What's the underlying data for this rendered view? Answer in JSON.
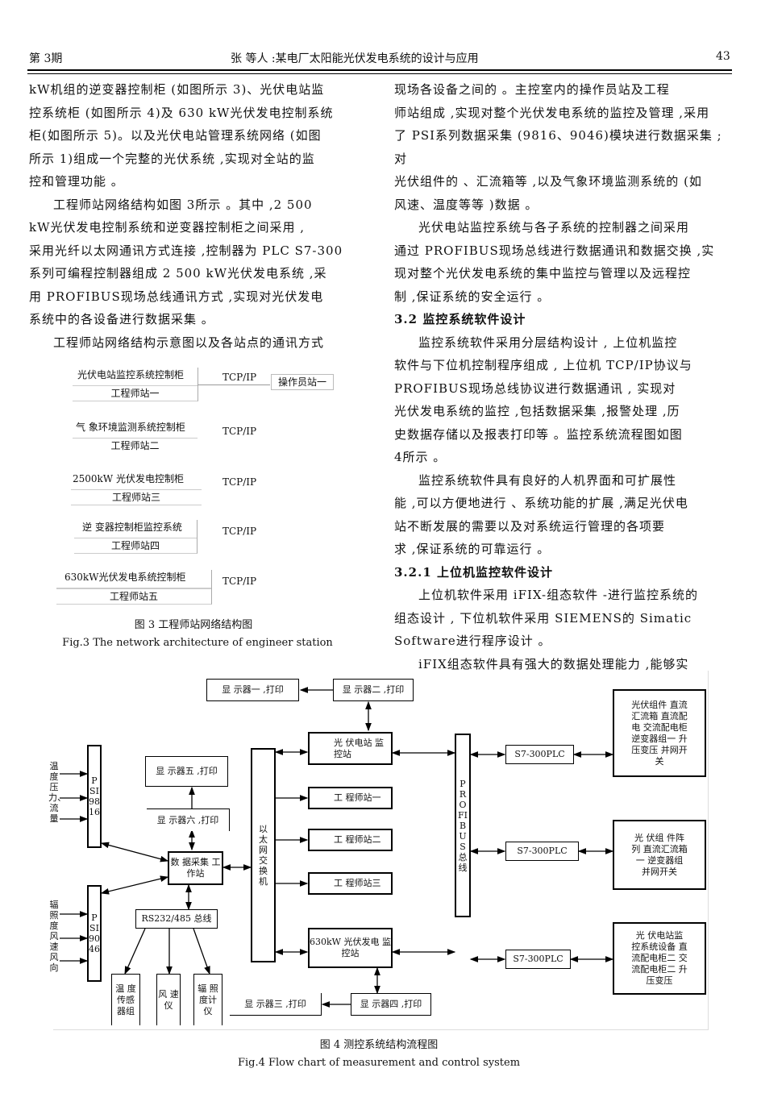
{
  "header": {
    "issue": "第 3期",
    "title": "张   等人 :某电厂太阳能光伏发电系统的设计与应用",
    "page": "43"
  },
  "left_col": [
    "kW机组的逆变器控制柜    (如图所示   3)、光伏电站监",
    "控系统柜   (如图所示   4)及 630 kW光伏发电控制系统",
    "柜(如图所示   5)。以及光伏电站管理系统网络        (如图",
    "所示  1)组成一个完整的光伏系统          ,实现对全站的监",
    "控和管理功能    。",
    "工程师站网络结构如图          3所示  。其中  ,2 500",
    "kW光伏发电控制系统和逆变器控制柜之间采用                ,",
    "采用光纤以太网通讯方式连接          ,控制器为   PLC S7-300",
    "系列可编程控制器组成         2 500 kW光伏发电系统    ,采",
    "用 PROFIBUS现场总线通讯方式       ,实现对光伏发电",
    "系统中的各设备进行数据采集          。",
    "工程师站网络结构示意图以及各站点的通讯方式"
  ],
  "right_col": [
    "现场各设备之间的       。主控室内的操作员站及工程",
    "师站组成   ,实现对整个光伏发电系统的监控及管理           ,采用",
    "了 PSI系列数据采集    (9816、9046)模块进行数据采集     ;对",
    "光伏组件的   、汇流箱等  ,以及气象环境监测系统的          (如",
    "风速、温度等等     )数据  。",
    "光伏电站监控系统与各子系统的控制器之间采用",
    "通过  PROFIBUS现场总线进行数据通讯和数据交换            ,实",
    "现对整个光伏发电系统的集中监控与管理以及远程控",
    "制 ,保证系统的安全运行        。",
    "3.2  监控系统软件设计",
    "监控系统软件采用分层结构设计           ,  上位机监控",
    "软件与下位机控制程序组成          ,  上位机   TCP/IP协议与",
    "PROFIBUS现场总线协议进行数据通讯            ,  实现对",
    "光伏发电系统的监控       ,包括数据采集     ,报警处理   ,历",
    "史数据存储以及报表打印等          。监控系统流程图如图",
    "4所示  。",
    "监控系统软件具有良好的人机界面和可扩展性",
    "能 ,可以方便地进行     、系统功能的扩展      ,满足光伏电",
    "站不断发展的需要以及对系统运行管理的各项要",
    "求 ,保证系统的可靠运行        。",
    "3.2.1  上位机监控软件设计",
    "上位机软件采用     iFIX-组态软件  -进行监控系统的",
    "组态设计   ,  下位机软件采用        SIEMENS的  Simatic",
    "Software进行程序设计     。",
    "iFIX组态软件具有强大的数据处理能力             ,能够实"
  ],
  "fig3": {
    "boxes": [
      [
        "光伏电站监控系统控制柜",
        "工程师站一"
      ],
      [
        "气 象环境监测系统控制柜",
        "工程师站二"
      ],
      [
        "2500kW 光伏发电控制柜",
        "工程师站三"
      ],
      [
        "逆 变器控制柜监控系统",
        "工程师站四"
      ],
      [
        "630kW光伏发电系统控制柜",
        "工程师站五"
      ]
    ],
    "link_label": "TCP/IP",
    "right_box": "操作员站一",
    "caption_cn": "图 3  工程师站网络结构图",
    "caption_en": "Fig.3  The network architecture of engineer station"
  },
  "fig4": {
    "top_box1": "显 示器一  ,打印",
    "top_box2": "显 示器二  ,打印",
    "bottom_box1": "显 示器三   ,打印",
    "bottom_box2": "显 示器四   ,打印",
    "left_vert1": "温度压力、流量",
    "left_vert2": "辐照度风速风向",
    "psi1": "PSI9816",
    "psi2": "PSI9046",
    "mon_box1": "显 示器五   ,打印",
    "mon_box2": "显 示器六   ,打印",
    "data_station": "数 据采集 工作站",
    "rs": "RS232/485 总线",
    "field1": "温 度 传感 器组",
    "field2": "风 速 仪",
    "field3": "辐 照 度计 仪",
    "switch_vert": "以太网交换机",
    "ctrl1": "光 伏电站 监控站",
    "ctrl2": "工 程师站一",
    "ctrl3": "工 程师站二",
    "ctrl4": "工 程师站三",
    "ctrl5": "630kW 光伏发电 监控站",
    "profibus": "PROFIBUS总线",
    "plc": "S7-300PLC",
    "dev1": "光伏组件 直流汇流箱 直流配电 交流配电柜 逆变器组一 升压变压 并网开关",
    "dev2": "光 伏组 件阵列 直流汇流箱一 逆变器组 并网开关",
    "dev3": "光 伏电站监 控系统设备 直流配电柜二 交流配电柜二 升压变压",
    "caption_cn": "图 4  测控系统结构流程图",
    "caption_en": "Fig.4  Flow chart of measurement and control system"
  }
}
